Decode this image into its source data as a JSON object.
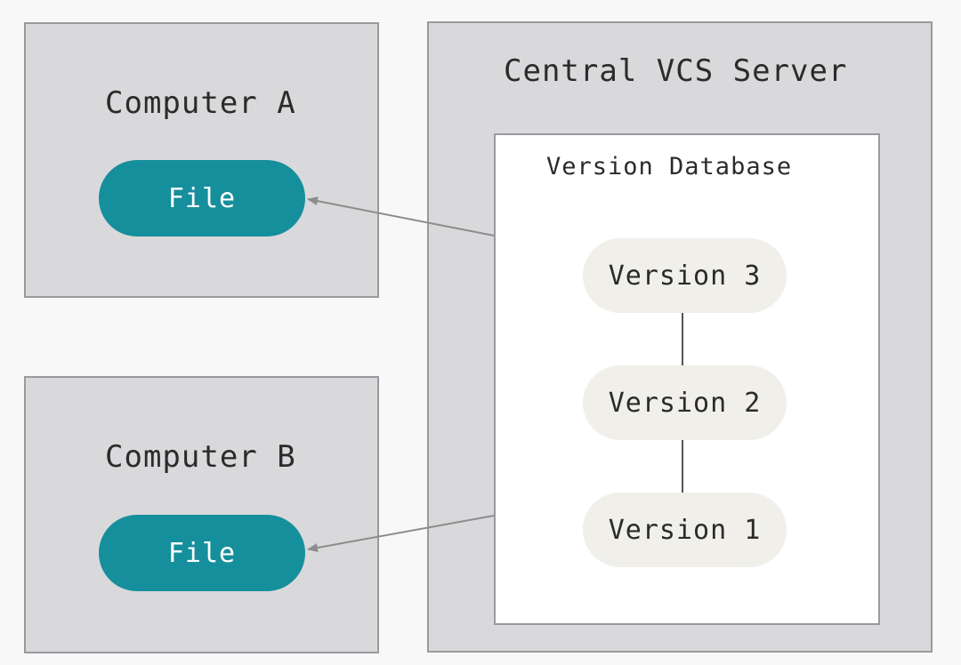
{
  "computer_a": {
    "title": "Computer A",
    "file_label": "File"
  },
  "computer_b": {
    "title": "Computer B",
    "file_label": "File"
  },
  "server": {
    "title": "Central VCS Server",
    "database": {
      "title": "Version Database",
      "versions": [
        "Version 3",
        "Version 2",
        "Version 1"
      ]
    }
  },
  "colors": {
    "box_fill": "#d9d9dc",
    "box_border": "#9a9a9e",
    "file_pill": "#168f9c",
    "version_pill": "#f0efea",
    "arrow": "#8c8c8c"
  }
}
